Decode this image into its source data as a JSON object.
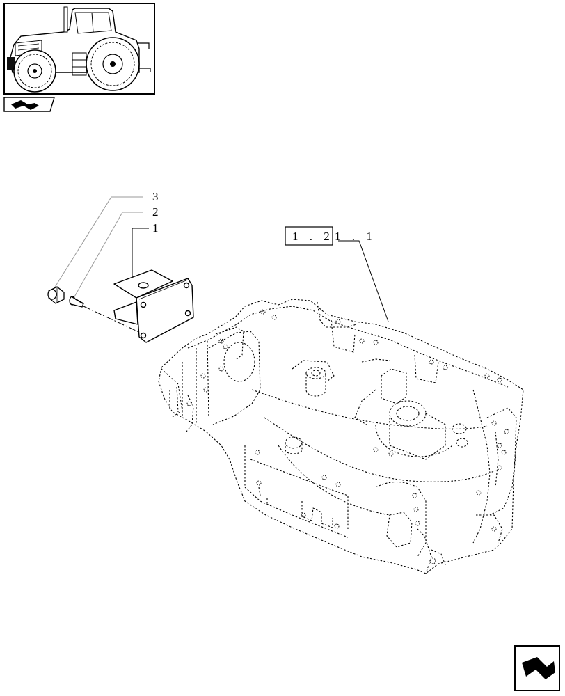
{
  "thumbnail": {
    "icon": "tractor-thumbnail-icon"
  },
  "thumb_tab": {
    "icon": "page-nav-icon"
  },
  "callouts": [
    {
      "number": "3"
    },
    {
      "number": "2"
    },
    {
      "number": "1"
    }
  ],
  "reference": {
    "boxed": "1 . 2",
    "suffix": "1 . 1"
  },
  "nav_button": {
    "icon": "next-page-arrow-icon"
  }
}
